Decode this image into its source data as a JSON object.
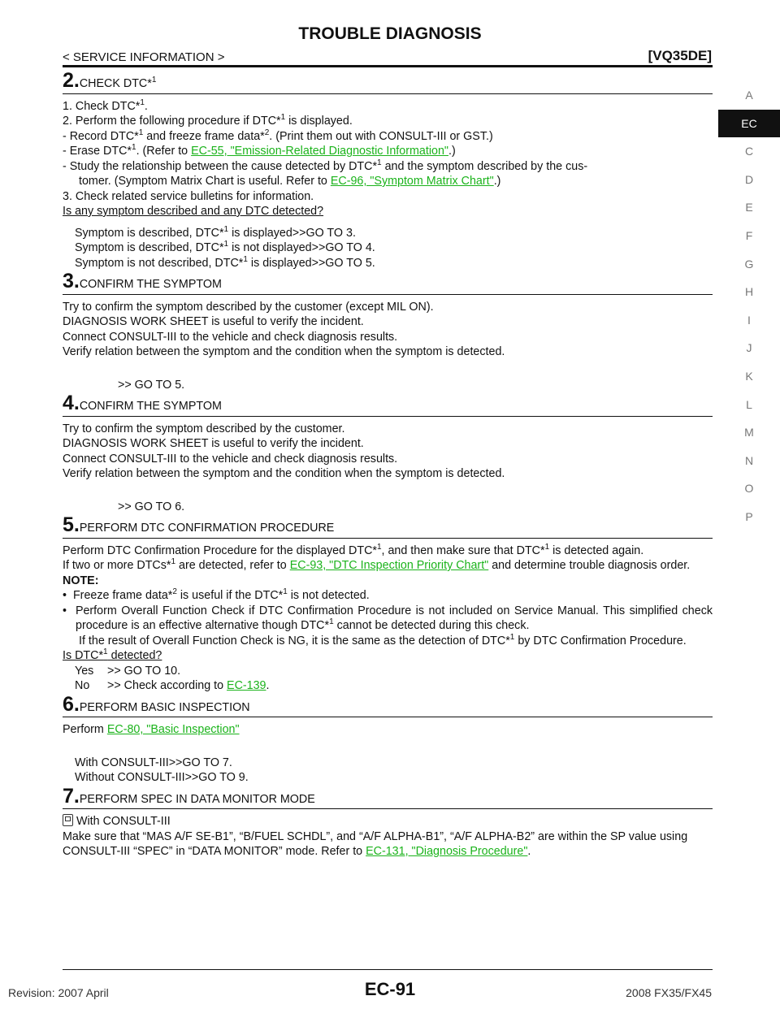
{
  "header": {
    "title": "TROUBLE DIAGNOSIS",
    "section": "< SERVICE INFORMATION >",
    "engine": "[VQ35DE]"
  },
  "steps": {
    "s2": {
      "num": "2.",
      "title": "CHECK DTC*",
      "l1a": "1. Check DTC*",
      "l1b": ".",
      "l2a": "2. Perform the following procedure if DTC*",
      "l2b": " is displayed.",
      "l3a": "- Record DTC*",
      "l3b": " and freeze frame data*",
      "l3c": ". (Print them out with CONSULT-III or GST.)",
      "l4a": "- Erase DTC*",
      "l4b": ". (Refer to ",
      "l4link": "EC-55, \"Emission-Related Diagnostic Information\"",
      "l4c": ".)",
      "l5a": "- Study the relationship between the cause detected by DTC*",
      "l5b": " and the symptom described by the cus-",
      "l5c": "tomer. (Symptom Matrix Chart is useful. Refer to ",
      "l5link": "EC-96, \"Symptom Matrix Chart\"",
      "l5d": ".)",
      "l6": "3. Check related service bulletins for information.",
      "question": "Is any symptom described and any DTC detected?",
      "a1a": "Symptom is described, DTC*",
      "a1b": " is displayed>>GO TO 3.",
      "a2a": "Symptom is described, DTC*",
      "a2b": " is not displayed>>GO TO 4.",
      "a3a": "Symptom is not described, DTC*",
      "a3b": " is displayed>>GO TO 5."
    },
    "s3": {
      "num": "3.",
      "title": "CONFIRM THE SYMPTOM",
      "lines": [
        "Try to confirm the symptom described by the customer (except MIL ON).",
        "DIAGNOSIS WORK SHEET is useful to verify the incident.",
        "Connect CONSULT-III to the vehicle and check diagnosis results.",
        "Verify relation between the symptom and the condition when the symptom is detected."
      ],
      "go": ">> GO TO 5."
    },
    "s4": {
      "num": "4.",
      "title": "CONFIRM THE SYMPTOM",
      "lines": [
        "Try to confirm the symptom described by the customer.",
        "DIAGNOSIS WORK SHEET is useful to verify the incident.",
        "Connect CONSULT-III to the vehicle and check diagnosis results.",
        "Verify relation between the symptom and the condition when the symptom is detected."
      ],
      "go": ">> GO TO 6."
    },
    "s5": {
      "num": "5.",
      "title": "PERFORM DTC CONFIRMATION PROCEDURE",
      "p1a": "Perform DTC Confirmation Procedure for the displayed DTC*",
      "p1b": ", and then make sure that DTC*",
      "p1c": " is detected again.",
      "p2a": "If two or more DTCs*",
      "p2b": " are detected, refer to ",
      "p2link": "EC-93, \"DTC Inspection Priority Chart\"",
      "p2c": " and determine trouble diagnosis order.",
      "note": "NOTE:",
      "b1a": "Freeze frame data*",
      "b1b": " is useful if the DTC*",
      "b1c": " is not detected.",
      "b2a": "Perform Overall Function Check if DTC Confirmation Procedure is not included on Service Manual. This simplified check procedure is an effective alternative though DTC*",
      "b2b": " cannot be detected during this check.",
      "b3a": "If the result of Overall Function Check is NG, it is the same as the detection of DTC*",
      "b3b": " by DTC Confirmation Procedure.",
      "question_a": "Is DTC*",
      "question_b": " detected?",
      "yes_label": "Yes",
      "yes_text": ">> GO TO 10.",
      "no_label": "No",
      "no_text": ">> Check according to ",
      "no_link": "EC-139",
      "no_end": "."
    },
    "s6": {
      "num": "6.",
      "title": "PERFORM BASIC INSPECTION",
      "p1": "Perform ",
      "link": "EC-80, \"Basic Inspection\"",
      "with": "With CONSULT-III>>GO TO 7.",
      "without": "Without CONSULT-III>>GO TO 9."
    },
    "s7": {
      "num": "7.",
      "title": "PERFORM SPEC IN DATA MONITOR MODE",
      "consult": "With CONSULT-III",
      "p1": "Make sure that “MAS A/F SE-B1”, “B/FUEL SCHDL”, and “A/F ALPHA-B1”, “A/F ALPHA-B2” are within the SP value using CONSULT-III “SPEC” in “DATA MONITOR” mode. Refer to ",
      "link": "EC-131, \"Diagnosis Procedure\"",
      "end": "."
    }
  },
  "sup1": "1",
  "sup2": "2",
  "tabs": [
    "A",
    "EC",
    "C",
    "D",
    "E",
    "F",
    "G",
    "H",
    "I",
    "J",
    "K",
    "L",
    "M",
    "N",
    "O",
    "P"
  ],
  "active_tab": "EC",
  "footer": {
    "revision": "Revision: 2007 April",
    "page": "EC-91",
    "model": "2008 FX35/FX45"
  },
  "colors": {
    "link": "#1bb31b",
    "active_tab_bg": "#111111"
  }
}
